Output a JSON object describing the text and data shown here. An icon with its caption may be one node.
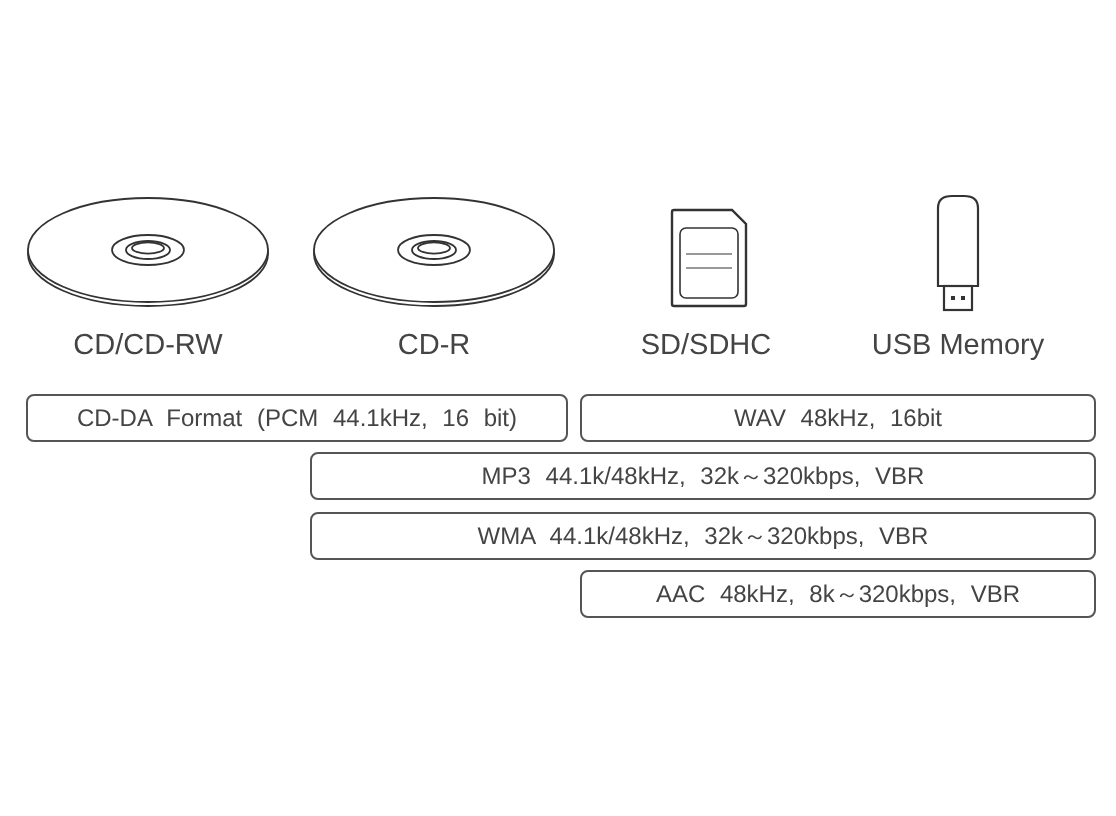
{
  "diagram": {
    "nodes": [
      {
        "text": [
          "CD-DA Format (PCM 44.1kHz, 16 bit)"
        ]
      },
      {
        "text": [
          "WAV 48kHz, 16bit"
        ]
      },
      {
        "text": [
          "MP3 44.1k/48kHz, 32k～320kbps, VBR"
        ]
      },
      {
        "text": [
          "WMA 44.1k/48kHz, 32k～320kbps, VBR"
        ]
      },
      {
        "text": [
          "AAC 48kHz, 8k～320kbps, VBR"
        ]
      }
    ],
    "labels": [
      "CD/CD-RW",
      "CD-R",
      "SD/SDHC",
      "USB Memory"
    ]
  }
}
